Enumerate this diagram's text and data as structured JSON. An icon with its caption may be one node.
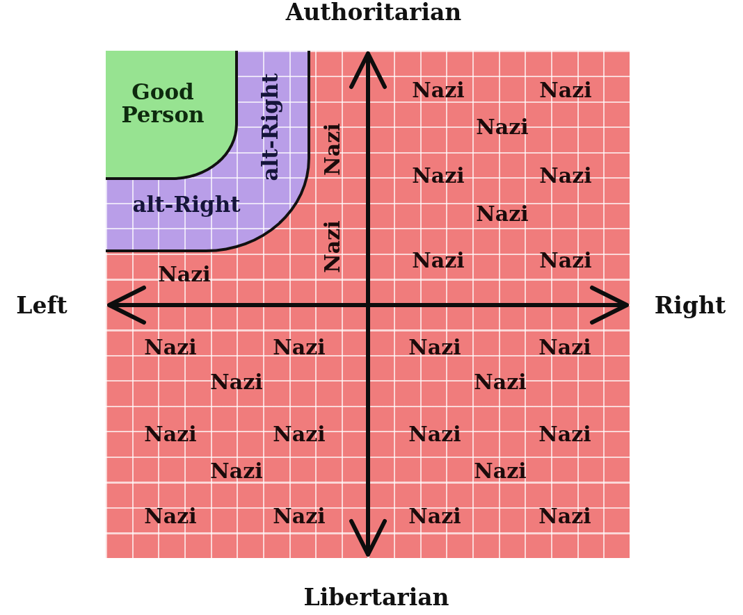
{
  "diagram": {
    "nodes": [
      {
        "text": [
          "Nazi",
          "Nazi",
          "Nazi",
          "Nazi",
          "Nazi",
          "Nazi",
          "Nazi",
          "Nazi",
          "Nazi",
          "Nazi",
          "Nazi",
          "Nazi",
          "Nazi",
          "Nazi",
          "Nazi",
          "Nazi",
          "Nazi",
          "Nazi",
          "Nazi",
          "Nazi",
          "Nazi",
          "Nazi",
          "Nazi",
          "Nazi",
          "Nazi",
          "Nazi",
          "Nazi"
        ]
      },
      {
        "text": [
          "alt-Right",
          "alt-Right"
        ],
        "in": 0
      },
      {
        "text": [
          "Good Person"
        ],
        "in": 1
      }
    ],
    "labels": [
      "Authoritarian",
      "Left",
      "Right",
      "Libertarian"
    ]
  }
}
